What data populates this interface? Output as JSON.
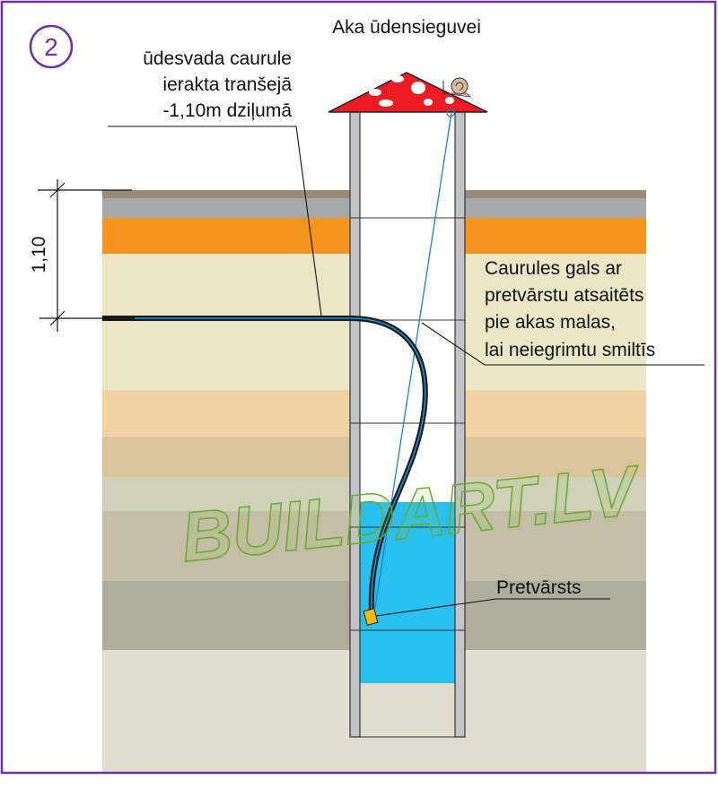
{
  "title": "Aka ūdensieguvei",
  "step_number": "2",
  "dimension_label": "1,10",
  "pipe_label": [
    "ūdesvada caurule",
    "ierakta tranšejā",
    "-1,10m dziļumā"
  ],
  "pipe_end_label": [
    "Caurules gals ar",
    "pretvārstu atsaitēts",
    "pie akas malas,",
    "lai neiegrimtu smiltīs"
  ],
  "valve_label": "Pretvārsts",
  "watermark": "BUILDART.LV",
  "colors": {
    "frame": "#7030a0",
    "roof": "#ed1c24",
    "water": "#29c0f0",
    "pipe_stripe": "#1e90d6",
    "valve": "#fdb913",
    "orange_layer": "#f7941d"
  }
}
